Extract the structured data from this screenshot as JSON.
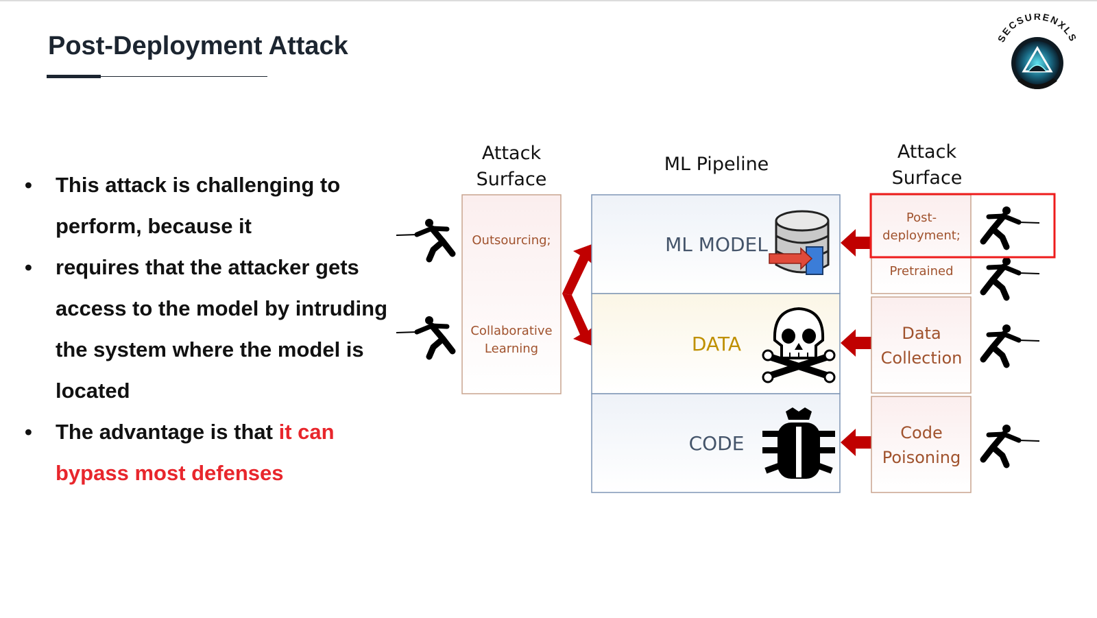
{
  "slide": {
    "title": "Post-Deployment Attack",
    "bullets": [
      {
        "text": "This attack is challenging to perform, because it"
      },
      {
        "text": "requires that the attacker gets access to the model by intruding the system where the model is located"
      },
      {
        "text": "The advantage is that ",
        "highlight": "it can bypass most defenses"
      }
    ]
  },
  "logo": {
    "text": "SECSURENXLS",
    "icon": "hooded-hacker-shield-icon"
  },
  "diagram": {
    "left_surface_title": [
      "Attack",
      "Surface"
    ],
    "pipeline_title": "ML Pipeline",
    "right_surface_title": [
      "Attack",
      "Surface"
    ],
    "left_surface_items": [
      {
        "lines": [
          "Outsourcing;"
        ]
      },
      {
        "lines": [
          "Collaborative",
          "Learning"
        ]
      }
    ],
    "pipeline_stages": [
      {
        "label": "ML MODEL",
        "icon": "database-icon",
        "color": "#44546a"
      },
      {
        "label": "DATA",
        "icon": "skull-crossbones-icon",
        "color": "#bf9000"
      },
      {
        "label": "CODE",
        "icon": "bug-icon",
        "color": "#44546a"
      }
    ],
    "right_surface_items": [
      {
        "lines": [
          "Post-",
          "deployment;"
        ],
        "highlighted": true
      },
      {
        "lines": [
          "Pretrained"
        ]
      },
      {
        "lines": [
          "Data",
          "Collection"
        ]
      },
      {
        "lines": [
          "Code",
          "Poisoning"
        ]
      }
    ],
    "attacker_icon": "fencer-attacker-icon",
    "colors": {
      "arrow": "#c00000",
      "highlight_border": "#ee1c1c",
      "surface_text": "#a0522d",
      "box_border": "#c8a48e",
      "pipeline_border": "#7f96b5"
    }
  }
}
